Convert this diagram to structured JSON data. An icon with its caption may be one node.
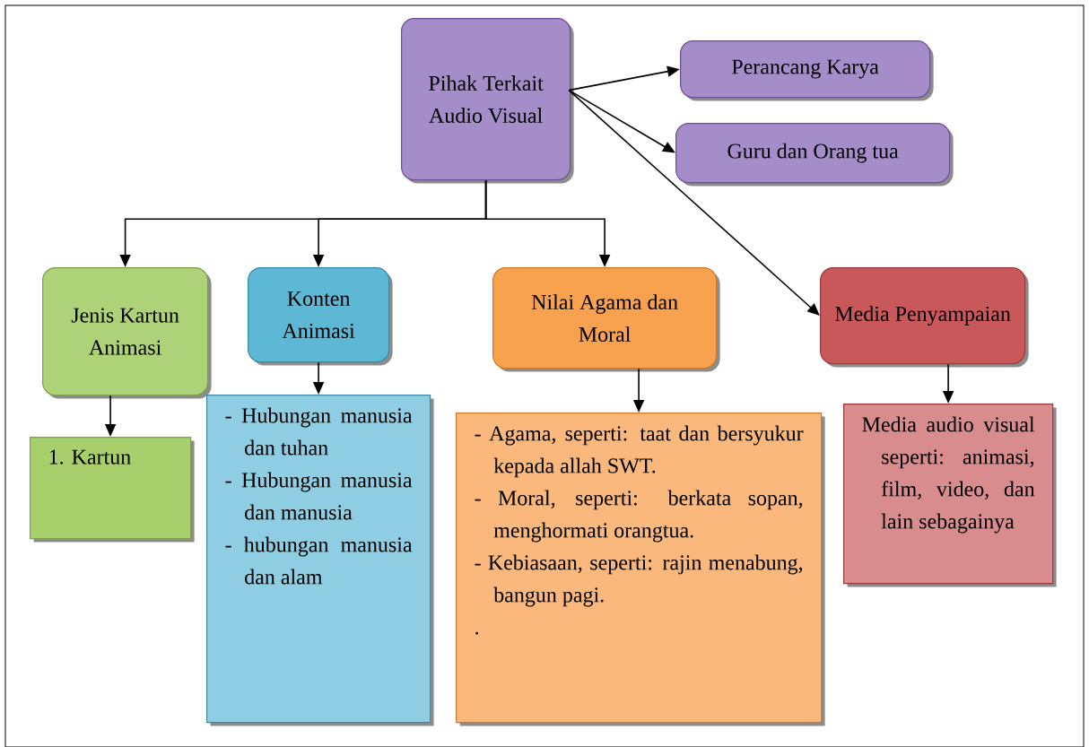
{
  "diagram": {
    "nodes": [
      {
        "text": [
          "Pihak Terkait Audio Visual"
        ]
      },
      {
        "text": [
          "Perancang Karya"
        ]
      },
      {
        "text": [
          "Guru dan Orang tua"
        ]
      },
      {
        "text": [
          "Jenis Kartun Animasi"
        ]
      },
      {
        "text": [
          "Konten Animasi"
        ]
      },
      {
        "text": [
          "Nilai Agama dan Moral"
        ]
      },
      {
        "text": [
          "Media Penyampaian"
        ]
      },
      {
        "text": [
          "1. Kartun"
        ]
      },
      {
        "text": [
          "- Hubungan manusia dan tuhan",
          "- Hubungan manusia dan manusia",
          "- hubungan manusia dan alam"
        ]
      },
      {
        "text": [
          "- Agama, seperti: taat dan bersyukur kepada allah SWT.",
          "- Moral, seperti: berkata sopan, menghormati orangtua.",
          "- Kebiasaan, seperti: rajin menabung, bangun pagi.",
          "."
        ]
      },
      {
        "text": [
          "Media audio visual seperti: animasi, film, video, dan lain sebagainya"
        ]
      }
    ],
    "edges": [
      {
        "from": 0,
        "to": 1,
        "arrow": "to"
      },
      {
        "from": 0,
        "to": 2,
        "arrow": "to"
      },
      {
        "from": 0,
        "to": 3,
        "arrow": "to"
      },
      {
        "from": 0,
        "to": 4,
        "arrow": "to"
      },
      {
        "from": 0,
        "to": 5,
        "arrow": "to"
      },
      {
        "from": 0,
        "to": 6,
        "arrow": "to"
      },
      {
        "from": 3,
        "to": 7,
        "arrow": "to"
      },
      {
        "from": 4,
        "to": 8,
        "arrow": "to"
      },
      {
        "from": 5,
        "to": 9,
        "arrow": "to"
      },
      {
        "from": 6,
        "to": 10,
        "arrow": "to"
      }
    ]
  }
}
